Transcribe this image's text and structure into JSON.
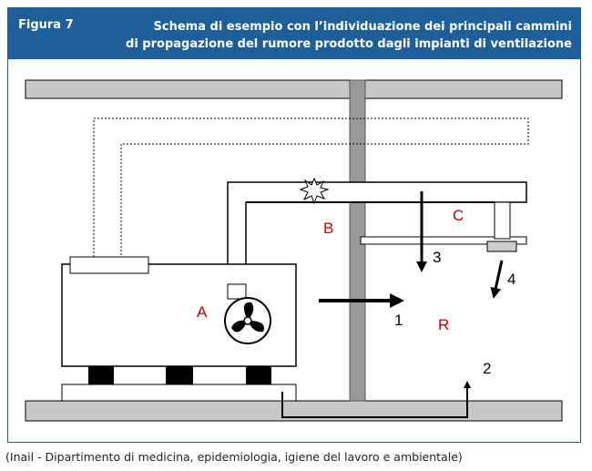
{
  "header": {
    "figure": "Figura 7",
    "title_line1": "Schema di esempio con l’individuazione dei principali cammini",
    "title_line2": "di propagazione del rumore prodotto dagli impianti di ventilazione"
  },
  "labels": {
    "A": "A",
    "B": "B",
    "C": "C",
    "R": "R",
    "path1": "1",
    "path2": "2",
    "path3": "3",
    "path4": "4"
  },
  "caption": "(Inail - Dipartimento di medicina, epidemiologia, igiene del lavoro e ambientale)",
  "colors": {
    "header": "#1f5f99",
    "label": "#c00000"
  }
}
